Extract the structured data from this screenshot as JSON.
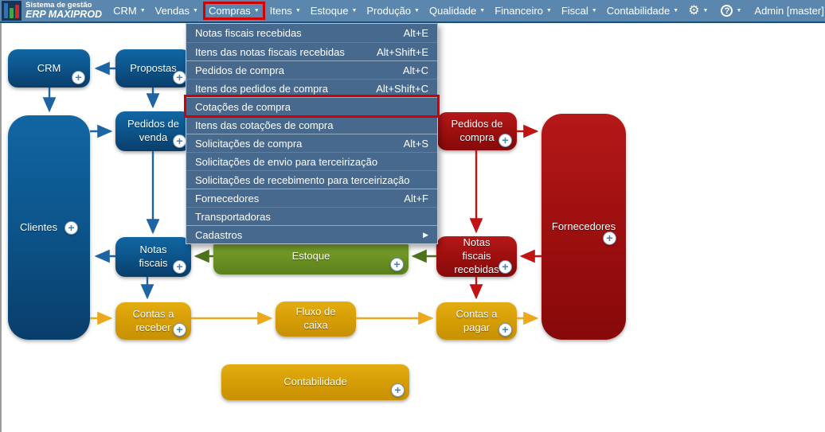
{
  "navbar": {
    "brand_line1": "Sistema de gestão",
    "brand_line2": "ERP MAXIPROD",
    "items": [
      "CRM",
      "Vendas",
      "Compras",
      "Itens",
      "Estoque",
      "Produção",
      "Qualidade",
      "Financeiro",
      "Fiscal",
      "Contabilidade"
    ],
    "gear_icon": "⚙",
    "help_icon": "?",
    "user": "Admin [master]",
    "caret": "▼"
  },
  "menu": {
    "items": [
      {
        "label": "Notas fiscais recebidas",
        "shortcut": "Alt+E"
      },
      {
        "label": "Itens das notas fiscais recebidas",
        "shortcut": "Alt+Shift+E"
      },
      {
        "label": "Pedidos de compra",
        "shortcut": "Alt+C"
      },
      {
        "label": "Itens dos pedidos de compra",
        "shortcut": "Alt+Shift+C"
      },
      {
        "label": "Cotações de compra",
        "shortcut": ""
      },
      {
        "label": "Itens das cotações de compra",
        "shortcut": ""
      },
      {
        "label": "Solicitações de compra",
        "shortcut": "Alt+S"
      },
      {
        "label": "Solicitações de envio para terceirização",
        "shortcut": ""
      },
      {
        "label": "Solicitações de recebimento para terceirização",
        "shortcut": ""
      },
      {
        "label": "Fornecedores",
        "shortcut": "Alt+F"
      },
      {
        "label": "Transportadoras",
        "shortcut": ""
      },
      {
        "label": "Cadastros",
        "shortcut": ""
      }
    ],
    "submenu_arrow": "▶"
  },
  "diagram": {
    "plus_icon": "+",
    "boxes": {
      "crm": "CRM",
      "propostas": "Propostas",
      "pedidos_venda": "Pedidos de venda",
      "clientes": "Clientes",
      "pedidos_compra": "Pedidos de compra",
      "fornecedores": "Fornecedores",
      "notas_fiscais": "Notas fiscais",
      "estoque": "Estoque",
      "nf_recebidas": "Notas fiscais recebidas",
      "contas_receber": "Contas a receber",
      "fluxo_caixa": "Fluxo de caixa",
      "contas_pagar": "Contas a pagar",
      "contabilidade": "Contabilidade"
    }
  },
  "colors": {
    "navbar_bg": "#5b87ae",
    "menu_bg": "#47698e",
    "highlight_red": "#d40000",
    "box_blue": "#0d568d",
    "box_red": "#a01010",
    "box_green": "#6d9424",
    "box_yellow": "#d69d05",
    "arrow_blue": "#1e64a5",
    "arrow_red": "#c01414",
    "arrow_green": "#4c731c",
    "arrow_yellow": "#eda71b"
  }
}
